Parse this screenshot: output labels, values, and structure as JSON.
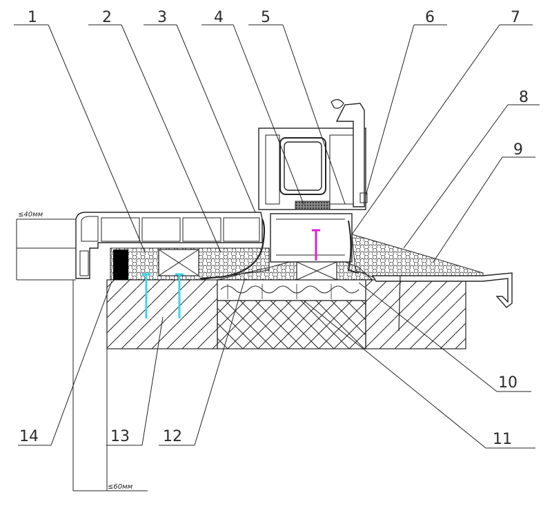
{
  "callouts": [
    {
      "label": "1"
    },
    {
      "label": "2"
    },
    {
      "label": "3"
    },
    {
      "label": "4"
    },
    {
      "label": "5"
    },
    {
      "label": "6"
    },
    {
      "label": "7"
    },
    {
      "label": "8"
    },
    {
      "label": "9"
    },
    {
      "label": "10"
    },
    {
      "label": "11"
    },
    {
      "label": "12"
    },
    {
      "label": "13"
    },
    {
      "label": "14"
    }
  ],
  "dimensions": {
    "top_limit": "≤40мм",
    "bottom_limit": "≤60мм"
  },
  "colors": {
    "line": "#222222",
    "anchor_screw": "#3ad6e6",
    "window_screw": "#e020d0",
    "background": "#ffffff"
  }
}
